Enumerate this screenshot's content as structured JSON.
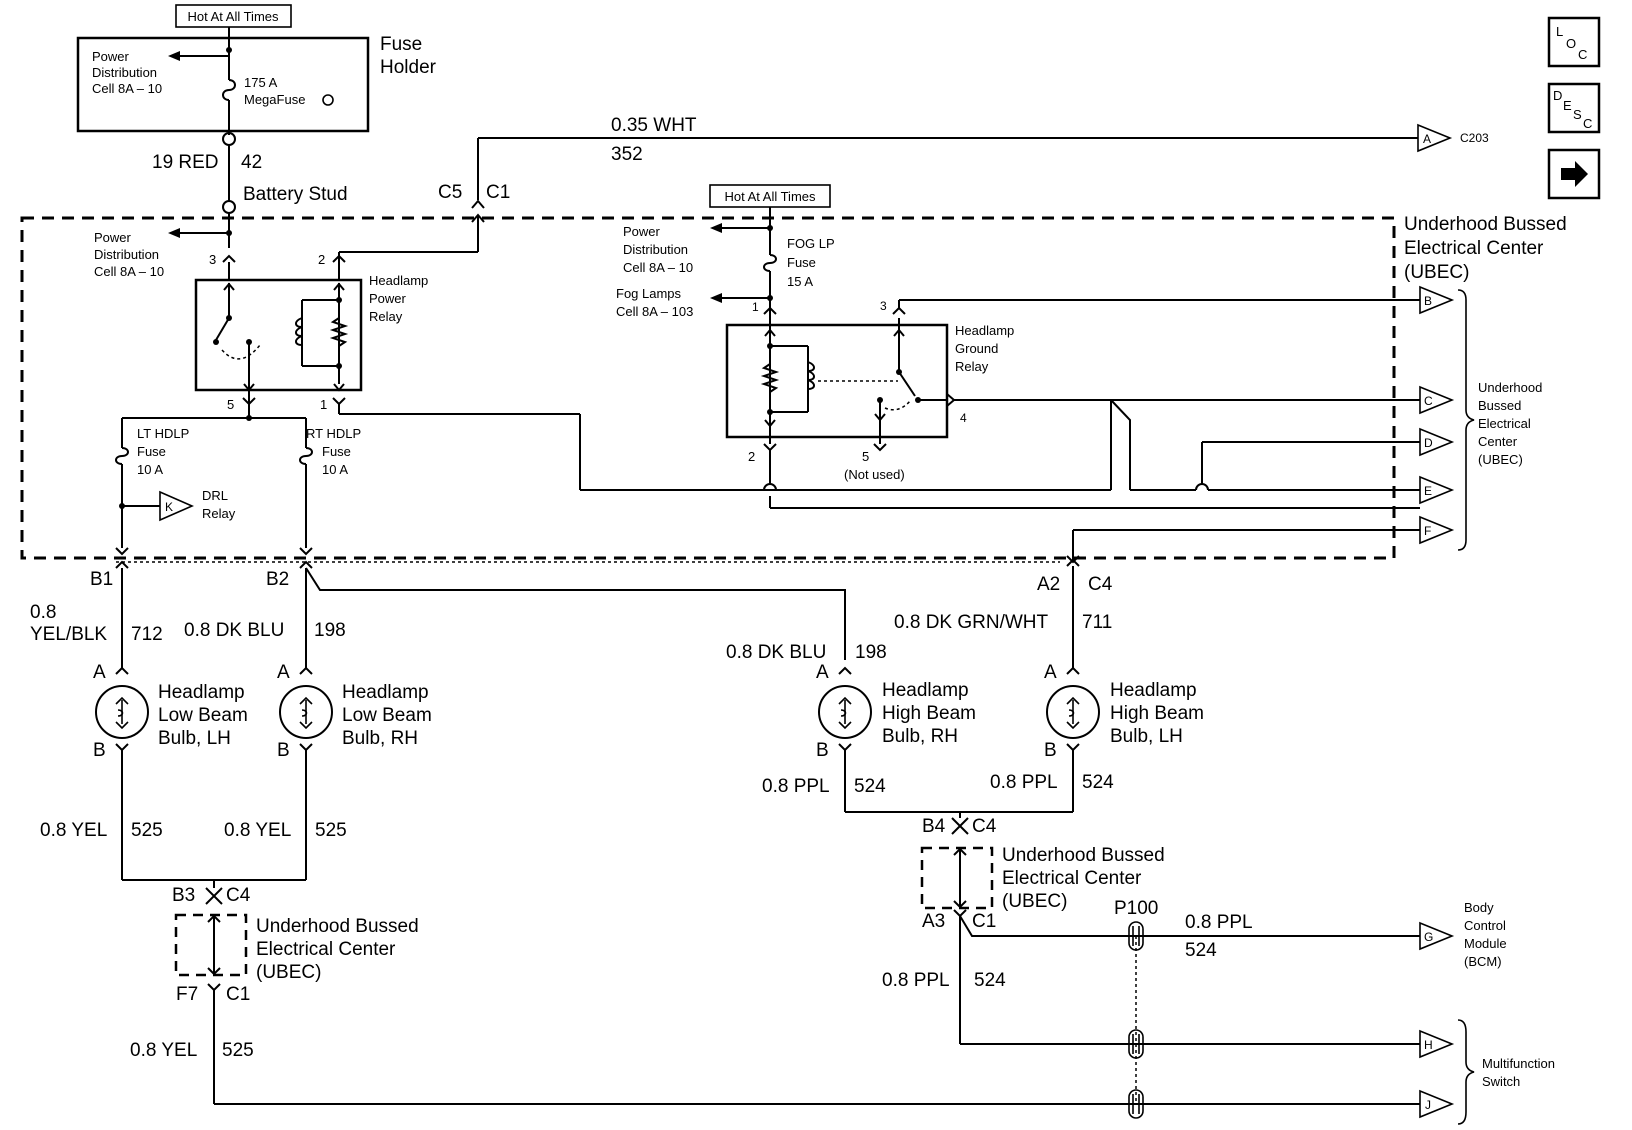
{
  "top_section": {
    "hot_label": "Hot At All Times",
    "fuse_holder_label": [
      "Fuse",
      "Holder"
    ],
    "pd_label": [
      "Power",
      "Distribution",
      "Cell 8A – 10"
    ],
    "megafuse_label": [
      "175 A",
      "MegaFuse"
    ],
    "battery_wire": "19 RED",
    "battery_circuit": "42",
    "battery_stud": "Battery Stud",
    "c5": "C5",
    "c1": "C1",
    "white_wire": "0.35 WHT",
    "white_circuit": "352",
    "c203_pin": "A",
    "c203_label": "C203"
  },
  "side_buttons": {
    "loc": [
      "L",
      "O",
      "C"
    ],
    "desc": [
      "D",
      "E",
      "S",
      "C"
    ]
  },
  "ubec": {
    "title": [
      "Underhood Bussed",
      "Electrical Center",
      "(UBEC)"
    ],
    "side_label": [
      "Underhood",
      "Bussed",
      "Electrical",
      "Center",
      "(UBEC)"
    ],
    "pd_label": [
      "Power",
      "Distribution",
      "Cell 8A – 10"
    ],
    "power_relay_label": [
      "Headlamp",
      "Power",
      "Relay"
    ],
    "pin3": "3",
    "pin2": "2",
    "pin5": "5",
    "pin1": "1",
    "hot_label": "Hot At All Times",
    "pd2_label": [
      "Power",
      "Distribution",
      "Cell 8A – 10"
    ],
    "fog_lamps_label": [
      "Fog Lamps",
      "Cell 8A – 103"
    ],
    "fog_fuse_label": [
      "FOG LP",
      "Fuse",
      "15 A"
    ],
    "ground_relay_label": [
      "Headlamp",
      "Ground",
      "Relay"
    ],
    "gr_pin1": "1",
    "gr_pin3": "3",
    "gr_pin4": "4",
    "gr_pin2": "2",
    "gr_pin5": "5",
    "not_used": "(Not used)",
    "lt_fuse_label": [
      "LT HDLP",
      "Fuse",
      "10 A"
    ],
    "rt_fuse_label": [
      "RT HDLP",
      "Fuse",
      "10 A"
    ],
    "drl_pin": "K",
    "drl_label": [
      "DRL",
      "Relay"
    ],
    "connectors": [
      "B",
      "C",
      "D",
      "E",
      "F"
    ]
  },
  "low_beam": {
    "b1": "B1",
    "b2": "B2",
    "lh_wire": [
      "0.8",
      "YEL/BLK"
    ],
    "lh_circuit": "712",
    "rh_wire": "0.8  DK BLU",
    "rh_circuit": "198",
    "pin_a": "A",
    "pin_b": "B",
    "lh_label": [
      "Headlamp",
      "Low Beam",
      "Bulb, LH"
    ],
    "rh_label": [
      "Headlamp",
      "Low Beam",
      "Bulb, RH"
    ],
    "yel_wire": "0.8 YEL",
    "yel_circuit": "525",
    "b3": "B3",
    "c4": "C4",
    "ubec_label": [
      "Underhood Bussed",
      "Electrical Center",
      "(UBEC)"
    ],
    "f7": "F7",
    "c1": "C1",
    "bottom_wire": "0.8 YEL",
    "bottom_circuit": "525"
  },
  "high_beam": {
    "a2": "A2",
    "c4": "C4",
    "lh_wire": "0.8 DK GRN/WHT",
    "lh_circuit": "711",
    "rh_wire": "0.8 DK BLU",
    "rh_circuit": "198",
    "pin_a": "A",
    "pin_b": "B",
    "rh_label": [
      "Headlamp",
      "High Beam",
      "Bulb, RH"
    ],
    "lh_label": [
      "Headlamp",
      "High Beam",
      "Bulb, LH"
    ],
    "ppl_wire": "0.8 PPL",
    "ppl_circuit": "524",
    "b4": "B4",
    "c4b": "C4",
    "ubec_label": [
      "Underhood Bussed",
      "Electrical Center",
      "(UBEC)"
    ],
    "a3": "A3",
    "c1": "C1",
    "p100": "P100",
    "bcm_wire": "0.8 PPL",
    "bcm_circuit": "524",
    "down_wire": "0.8 PPL",
    "down_circuit": "524",
    "bcm_pin": "G",
    "bcm_label": [
      "Body",
      "Control",
      "Module",
      "(BCM)"
    ],
    "h_pin": "H",
    "j_pin": "J",
    "mfs_label": [
      "Multifunction",
      "Switch"
    ]
  }
}
